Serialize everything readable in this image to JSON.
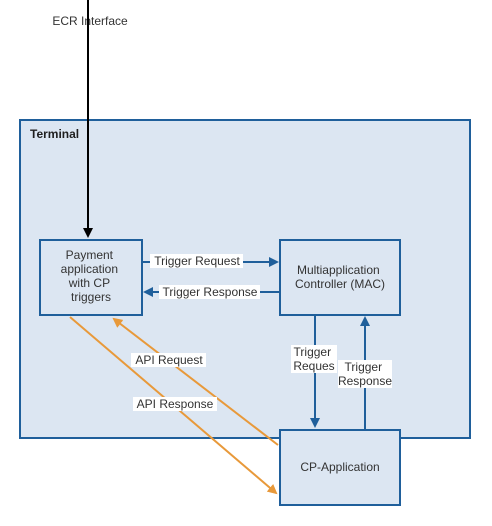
{
  "diagram": {
    "ecr_label": "ECR Interface",
    "terminal_title": "Terminal",
    "payment_app": [
      "Payment",
      "application",
      "with CP",
      "triggers"
    ],
    "mac": [
      "Multiapplication",
      "Controller (MAC)"
    ],
    "cp_app": "CP-Application",
    "trigger_request": "Trigger Request",
    "trigger_response": "Trigger Response",
    "trigger_reques_vertical": [
      "Trigger",
      "Reques"
    ],
    "trigger_response_vertical": [
      "Trigger",
      "Response"
    ],
    "api_request": "API Request",
    "api_response": "API Response"
  },
  "colors": {
    "terminal_fill": "#dce6f2",
    "box_stroke": "#1f5f9b",
    "blue_arrow": "#1f5f9b",
    "orange_arrow": "#e8993a",
    "black_line": "#000000"
  }
}
